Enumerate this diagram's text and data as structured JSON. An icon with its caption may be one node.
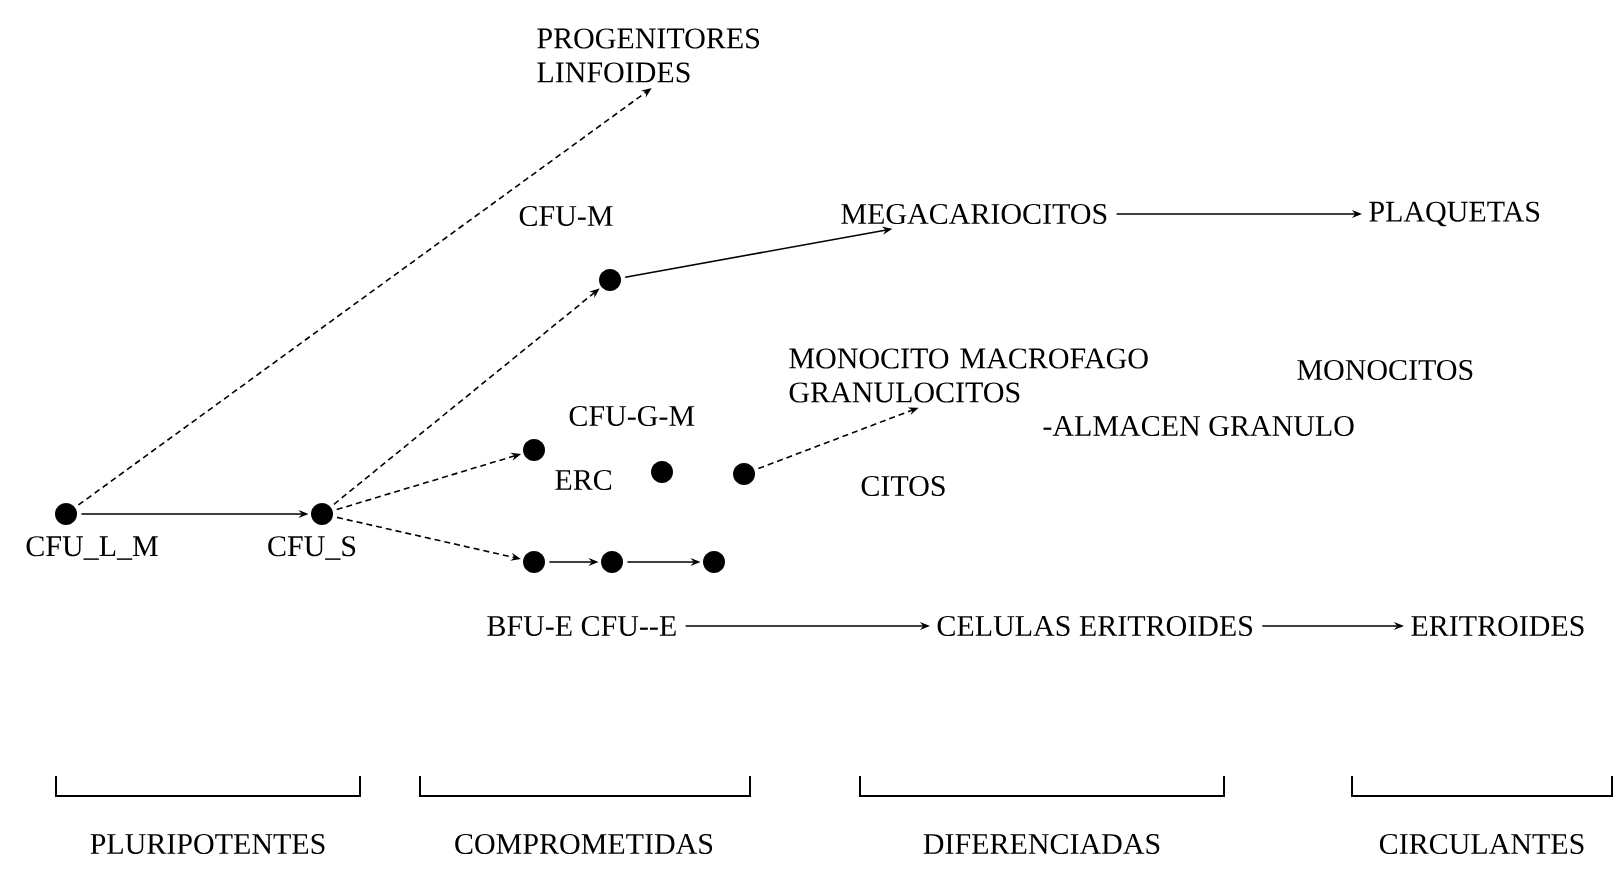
{
  "diagram": {
    "nodes": [
      {
        "text": [],
        "shape": "circle",
        "beside": [
          "CFU_L_M"
        ]
      },
      {
        "text": [],
        "shape": "circle",
        "beside": [
          "CFU_S"
        ]
      },
      {
        "text": [
          "PROGENITORES LINFOIDES"
        ]
      },
      {
        "text": [],
        "shape": "circle",
        "beside": [
          "CFU-M"
        ]
      },
      {
        "text": [
          "MEGACARIOCITOS"
        ]
      },
      {
        "text": [
          "PLAQUETAS"
        ]
      },
      {
        "text": [],
        "shape": "circle"
      },
      {
        "text": [],
        "shape": "circle"
      },
      {
        "text": [],
        "shape": "circle"
      },
      {
        "text": [
          "MONOCITO MACROFAGO GRANULOCITOS"
        ]
      },
      {
        "text": [],
        "shape": "circle"
      },
      {
        "text": [],
        "shape": "circle"
      },
      {
        "text": [],
        "shape": "circle"
      },
      {
        "text": [
          "BFU-E CFU--E"
        ]
      },
      {
        "text": [
          "CELULAS ERITROIDES"
        ]
      },
      {
        "text": [
          "ERITROIDES"
        ]
      }
    ],
    "edges": [
      {
        "from": 0,
        "to": 2,
        "arrow": "to",
        "style": "dashed"
      },
      {
        "from": 0,
        "to": 1,
        "arrow": "to"
      },
      {
        "from": 1,
        "to": 3,
        "arrow": "to",
        "style": "dashed"
      },
      {
        "from": 1,
        "to": 6,
        "arrow": "to",
        "style": "dashed"
      },
      {
        "from": 1,
        "to": 10,
        "arrow": "to",
        "style": "dashed"
      },
      {
        "from": 3,
        "to": 4,
        "arrow": "to"
      },
      {
        "from": 4,
        "to": 5,
        "arrow": "to"
      },
      {
        "from": 8,
        "to": 9,
        "arrow": "to",
        "style": "dashed"
      },
      {
        "from": 10,
        "to": 11,
        "arrow": "to"
      },
      {
        "from": 11,
        "to": 12,
        "arrow": "to"
      },
      {
        "from": 13,
        "to": 14,
        "arrow": "to"
      },
      {
        "from": 14,
        "to": 15,
        "arrow": "to"
      }
    ],
    "labels": [
      "CFU-G-M",
      "ERC",
      "MONOCITOS",
      "-ALMACEN GRANULO",
      "CITOS",
      "PLURIPOTENTES",
      "COMPROMETIDAS",
      "DIFERENCIADAS",
      "CIRCULANTES"
    ]
  }
}
